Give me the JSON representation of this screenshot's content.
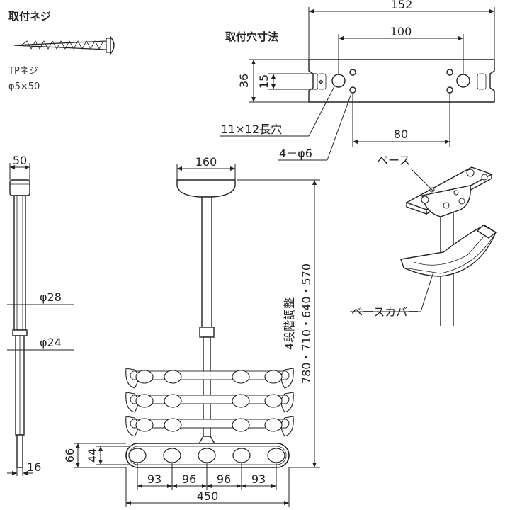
{
  "screw": {
    "title": "取付ネジ",
    "type": "TPネジ",
    "size": "φ5×50"
  },
  "mount": {
    "title": "取付穴寸法",
    "width": "152",
    "hole_pitch": "100",
    "height": "36",
    "slot_height": "15",
    "slot_label": "11×12長穴",
    "hole_label": "4－φ6",
    "lower_pitch": "80"
  },
  "side": {
    "base_width": "50",
    "upper_pole": "φ28",
    "lower_pole": "φ24",
    "bottom_width": "16"
  },
  "front": {
    "base_width": "160",
    "length_label": "4段階調整",
    "lengths": "780・710・640・570",
    "head_height": "66",
    "head_inner": "44",
    "pitch_1": "93",
    "pitch_2": "96",
    "pitch_3": "96",
    "pitch_4": "93",
    "total_width": "450"
  },
  "detail": {
    "base_label": "ベース",
    "cover_label": "ベースカバー"
  }
}
